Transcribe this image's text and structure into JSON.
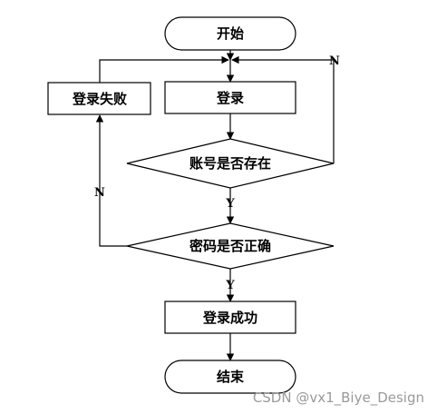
{
  "nodes": {
    "start": "开始",
    "login": "登录",
    "login_failed": "登录失败",
    "account_exists": "账号是否存在",
    "password_correct": "密码是否正确",
    "login_success": "登录成功",
    "end": "结束"
  },
  "edges": {
    "account_exists_yes": "Y",
    "account_exists_no": "N",
    "password_correct_yes": "Y",
    "password_correct_no": "N"
  },
  "watermark": "CSDN @vx1_Biye_Design"
}
